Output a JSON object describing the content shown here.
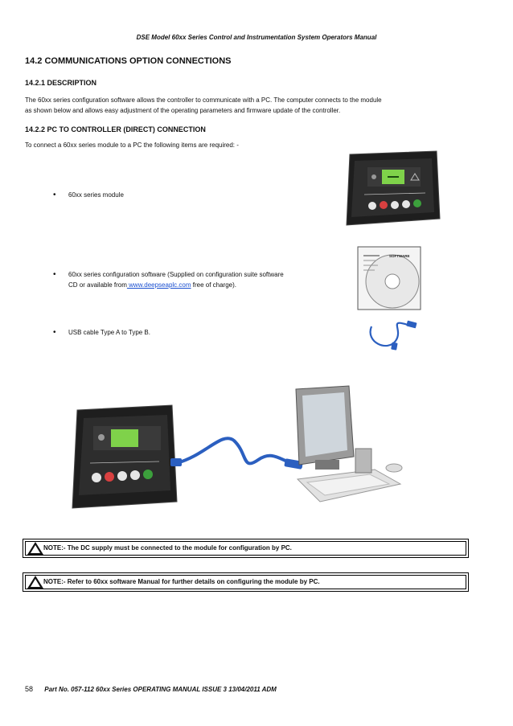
{
  "header": "DSE Model 60xx Series Control and Instrumentation System Operators Manual",
  "section_title": "14.2 COMMUNICATIONS OPTION CONNECTIONS",
  "description": {
    "heading": "14.2.1 DESCRIPTION",
    "line1": "The 60xx series configuration software allows the controller to communicate with a PC. The computer connects to the module",
    "line2": "as shown below and allows easy adjustment of the operating parameters and firmware update of the controller."
  },
  "direct": {
    "heading": "14.2.2 PC TO CONTROLLER (DIRECT) CONNECTION",
    "intro": "To connect a 60xx series module to a PC the following items are required: -"
  },
  "items": [
    {
      "text": "60xx series module"
    },
    {
      "line1": "60xx series configuration software (Supplied on configuration suite software",
      "line2_pre": "CD or available from",
      "link": " www.deepseaplc.com",
      "line2_post": " free of charge)."
    },
    {
      "text": "USB cable Type A to Type B."
    }
  ],
  "cd_label": {
    "title": "SOFTWARE"
  },
  "notes": [
    "NOTE:- The DC supply must be connected to the module for configuration by PC.",
    "NOTE:- Refer to 60xx software Manual for further details on configuring the module by PC."
  ],
  "footer": {
    "page_number": "58",
    "text": "Part No. 057-112 60xx Series OPERATING MANUAL ISSUE 3 13/04/2011 ADM"
  },
  "colors": {
    "link": "#1a4fd0",
    "lcd": "#7fd24a",
    "cable": "#2b5fc0"
  }
}
